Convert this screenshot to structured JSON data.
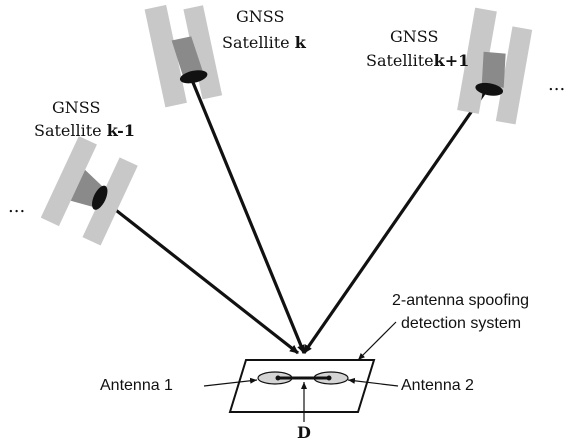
{
  "satellites": {
    "left": {
      "line1": "GNSS",
      "line2": "Satellite ",
      "index": "k-1"
    },
    "middle": {
      "line1": "GNSS",
      "line2": "Satellite ",
      "index": "k"
    },
    "right": {
      "line1": "GNSS",
      "line2": "Satellite",
      "index": "k+1"
    }
  },
  "ellipsis_left": "...",
  "ellipsis_right": "...",
  "system_label": {
    "line1": "2-antenna spoofing",
    "line2": "detection system"
  },
  "antenna_1": "Antenna 1",
  "antenna_2": "Antenna 2",
  "baseline_label": "D",
  "colors": {
    "ink": "#111111",
    "panel": "#c8c8c8",
    "body": "#8a8a8a",
    "antenna_fill": "#d4d4d4"
  }
}
